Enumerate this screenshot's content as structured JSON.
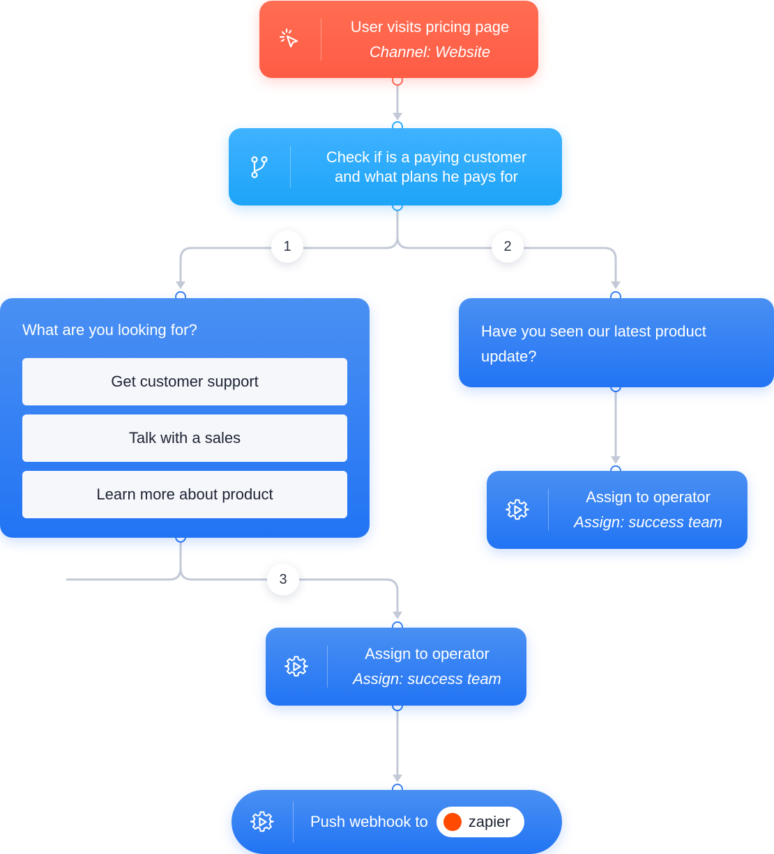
{
  "trigger": {
    "title": "User visits pricing page",
    "subtitle": "Channel: Website",
    "icon": "cursor-click-icon",
    "color": "#ff6650"
  },
  "condition": {
    "line1": "Check if is a paying customer",
    "line2": "and what plans he pays for",
    "icon": "branch-icon",
    "color": "#2aa9fb"
  },
  "branches": {
    "one": "1",
    "two": "2",
    "three": "3"
  },
  "question": {
    "title": "What are you looking for?",
    "options": [
      "Get customer support",
      "Talk with a sales",
      "Learn more about product"
    ]
  },
  "update_question": {
    "text": "Have you seen our latest product update?"
  },
  "assign_right": {
    "title": "Assign to operator",
    "subtitle": "Assign: success team",
    "icon": "gear-play-icon"
  },
  "assign_mid": {
    "title": "Assign to operator",
    "subtitle": "Assign: success team",
    "icon": "gear-play-icon"
  },
  "webhook": {
    "label": "Push webhook to",
    "service": "zapier",
    "icon": "gear-play-icon",
    "service_color": "#ff4a00"
  },
  "colors": {
    "blue": "#2274f4",
    "connector": "#c3c9d6"
  }
}
